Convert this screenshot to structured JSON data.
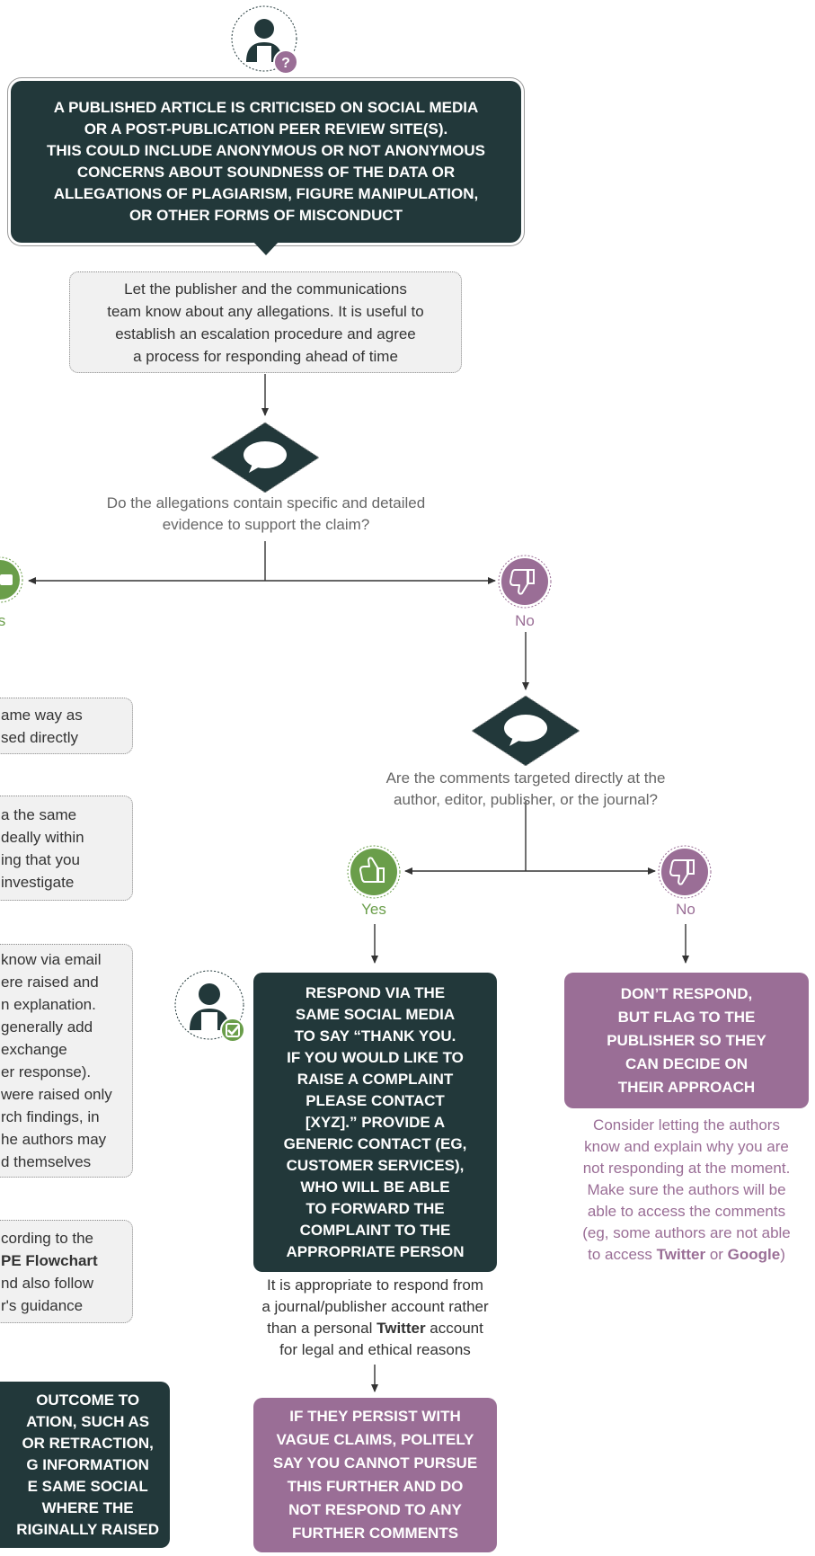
{
  "top_box": "A PUBLISHED ARTICLE IS CRITICISED ON SOCIAL MEDIA\nOR A POST-PUBLICATION PEER REVIEW SITE(S).\nTHIS COULD INCLUDE ANONYMOUS OR NOT ANONYMOUS\nCONCERNS ABOUT SOUNDNESS OF THE DATA OR\nALLEGATIONS OF PLAGIARISM, FIGURE MANIPULATION,\nOR OTHER FORMS OF MISCONDUCT",
  "notify_box": "Let the publisher and the communications\nteam know about any allegations. It is useful to\nestablish an escalation procedure and agree\na process for responding ahead of time",
  "question1": "Do the allegations contain specific and detailed\nevidence to support the claim?",
  "question2": "Are the comments targeted directly at the\nauthor, editor, publisher, or the journal?",
  "yes_label_left": "s",
  "no_label_1": "No",
  "yes_label_2": "Yes",
  "no_label_2": "No",
  "left_box_1": "ame way as\nsed directly",
  "left_box_2": "a the same\ndeally within\ning that you\ninvestigate",
  "left_box_3": "know via email\nere raised and\nn explanation.\ngenerally add\nexchange\ner response).\nwere raised only\nrch findings, in\nhe authors may\nd themselves",
  "left_box_4_a": "cording to the",
  "left_box_4_b": "PE Flowchart",
  "left_box_4_c": "nd also follow\nr's guidance",
  "left_dark_box": "OUTCOME TO\nATION, SUCH AS\nOR RETRACTION,\nG INFORMATION\nE SAME SOCIAL\nWHERE THE\nRIGINALLY RAISED",
  "respond_box": "RESPOND VIA THE\nSAME SOCIAL MEDIA\nTO SAY “THANK YOU.\nIF YOU WOULD LIKE TO\nRAISE A COMPLAINT\nPLEASE CONTACT\n[XYZ].” PROVIDE A\nGENERIC CONTACT (EG,\nCUSTOMER SERVICES),\nWHO WILL BE ABLE\nTO FORWARD THE\nCOMPLAINT TO THE\nAPPROPRIATE PERSON",
  "respond_note_a": "It is appropriate to respond from\na journal/publisher account rather\nthan a personal ",
  "respond_note_bold": "Twitter",
  "respond_note_b": " account\nfor legal and ethical reasons",
  "persist_box": "IF THEY PERSIST WITH\nVAGUE CLAIMS, POLITELY\nSAY YOU CANNOT PURSUE\nTHIS FURTHER AND DO\nNOT RESPOND TO ANY\nFURTHER COMMENTS",
  "dont_respond_box": "DON’T RESPOND,\nBUT FLAG TO THE\nPUBLISHER SO THEY\nCAN DECIDE ON\nTHEIR APPROACH",
  "consider_note_a": "Consider letting the authors\nknow and explain why you are\nnot responding at the moment.\nMake sure the authors will be\nable to access the comments\n(eg, some authors are not able\nto access ",
  "consider_twitter": "Twitter",
  "consider_or": " or ",
  "consider_google": "Google",
  "consider_end": ")",
  "icons": {
    "top_person": "person-question-icon",
    "speech1": "speech-bubble-icon",
    "speech2": "speech-bubble-icon",
    "thumbs_down_1": "thumbs-down-icon",
    "thumbs_up_2": "thumbs-up-icon",
    "thumbs_down_2": "thumbs-down-icon",
    "person_check": "person-check-icon"
  },
  "colors": {
    "dark": "#22383a",
    "purple": "#9a6e96",
    "green": "#6a9e4a",
    "grey_box": "#f1f1f1"
  }
}
